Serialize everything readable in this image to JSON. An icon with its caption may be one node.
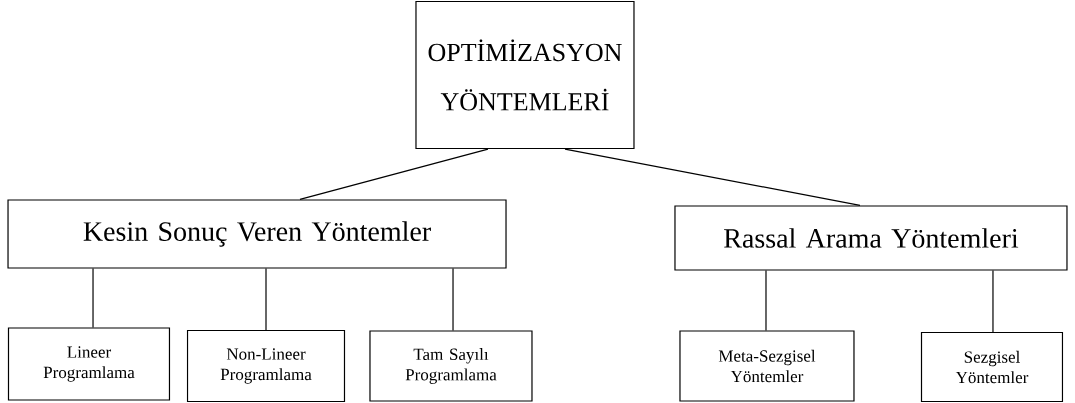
{
  "diagram": {
    "nodes": [
      {
        "text": [
          "OPTİMİZASYON YÖNTEMLERİ"
        ]
      },
      {
        "text": [
          "Kesin Sonuç Veren Yöntemler"
        ]
      },
      {
        "text": [
          "Rassal Arama Yöntemleri"
        ]
      },
      {
        "text": [
          "Lineer Programlama"
        ]
      },
      {
        "text": [
          "Non-Lineer Programlama"
        ]
      },
      {
        "text": [
          "Tam Sayılı Programlama"
        ]
      },
      {
        "text": [
          "Meta-Sezgisel Yöntemler"
        ]
      },
      {
        "text": [
          "Sezgisel Yöntemler"
        ]
      }
    ],
    "edges": [
      {
        "from": 0,
        "to": 1,
        "arrow": "none"
      },
      {
        "from": 0,
        "to": 2,
        "arrow": "none"
      },
      {
        "from": 1,
        "to": 3,
        "arrow": "none"
      },
      {
        "from": 1,
        "to": 4,
        "arrow": "none"
      },
      {
        "from": 1,
        "to": 5,
        "arrow": "none"
      },
      {
        "from": 2,
        "to": 6,
        "arrow": "none"
      },
      {
        "from": 2,
        "to": 7,
        "arrow": "none"
      }
    ]
  }
}
